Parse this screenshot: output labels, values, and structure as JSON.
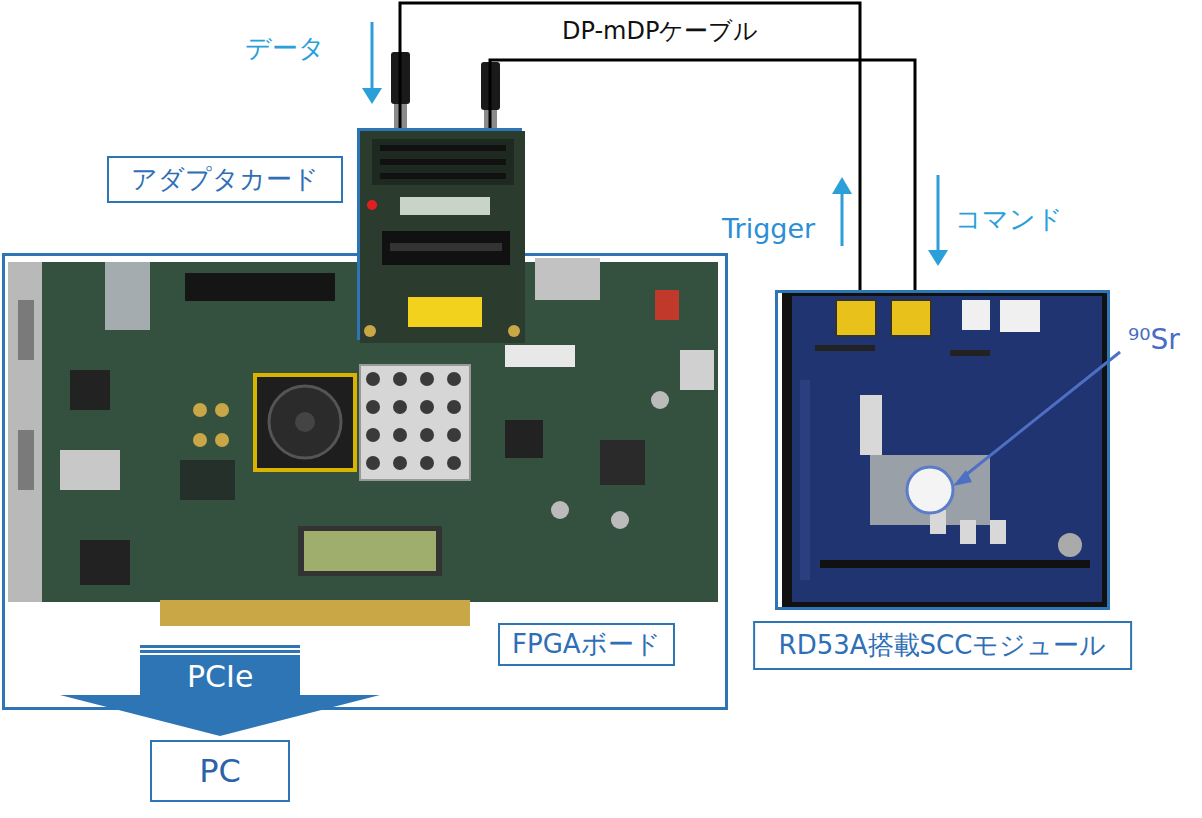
{
  "diagram": {
    "nodes": [
      {
        "text": [
          "アダプタカード"
        ]
      },
      {
        "text": [
          "FPGAボード"
        ]
      },
      {
        "text": [
          "RD53A搭載SCCモジュール"
        ]
      },
      {
        "text": [
          "PC"
        ]
      }
    ],
    "edges": [
      {
        "from": 0,
        "to": 2,
        "arrow": "none",
        "label": "DP-mDPケーブル"
      },
      {
        "from": 0,
        "to": 2,
        "arrow": "none"
      },
      {
        "from": 1,
        "to": 3,
        "arrow": "to",
        "label": "PCIe"
      }
    ],
    "labels": [
      "データ",
      "Trigger",
      "コマンド",
      "⁹⁰Sr"
    ]
  }
}
